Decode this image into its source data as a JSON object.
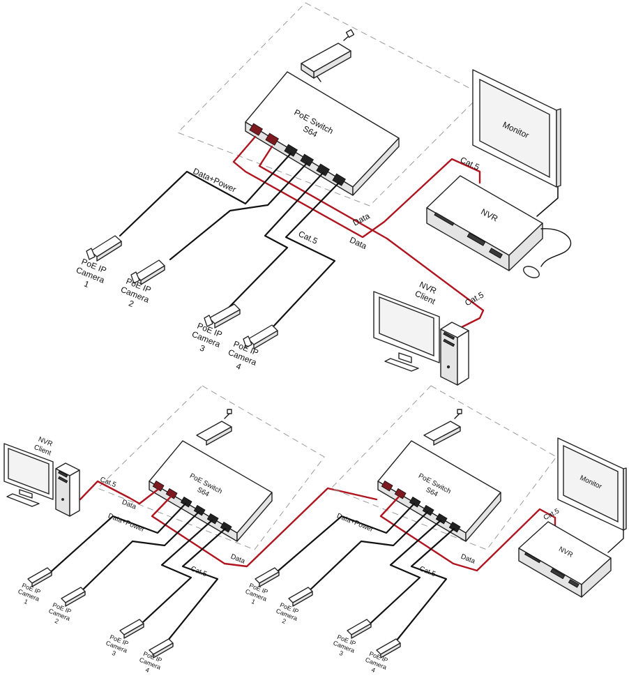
{
  "top": {
    "switch_label_1": "PoE Switch",
    "switch_label_2": "S64",
    "monitor_label": "Monitor",
    "nvr_label": "NVR",
    "client_label_1": "NVR",
    "client_label_2": "Client",
    "link_data_power": "Data+Power",
    "link_data_1": "Data",
    "link_data_2": "Data",
    "link_cat5_switch": "Cat.5",
    "link_cat5_nvr": "Cat.5",
    "link_cat5_client": "Cat.5",
    "cameras": [
      {
        "line1": "PoE IP",
        "line2": "Camera",
        "line3": "1"
      },
      {
        "line1": "PoE IP",
        "line2": "Camera",
        "line3": "2"
      },
      {
        "line1": "PoE IP",
        "line2": "Camera",
        "line3": "3"
      },
      {
        "line1": "PoE IP",
        "line2": "Camera",
        "line3": "4"
      }
    ]
  },
  "bottom_left": {
    "switch_label_1": "PoE Switch",
    "switch_label_2": "S64",
    "client_label_1": "NVR",
    "client_label_2": "Client",
    "link_cat5_client": "Cat.5",
    "link_data_1": "Data",
    "link_data_2": "Data",
    "link_data_power": "Data+Power",
    "link_cat5_switch": "Cat.5",
    "cameras": [
      {
        "line1": "PoE IP",
        "line2": "Camera",
        "line3": "1"
      },
      {
        "line1": "PoE IP",
        "line2": "Camera",
        "line3": "2"
      },
      {
        "line1": "PoE IP",
        "line2": "Camera",
        "line3": "3"
      },
      {
        "line1": "PoE IP",
        "line2": "Camera",
        "line3": "4"
      }
    ]
  },
  "bottom_right": {
    "switch_label_1": "PoE Switch",
    "switch_label_2": "S64",
    "monitor_label": "Monitor",
    "nvr_label": "NVR",
    "link_cat5_nvr": "Cat.5",
    "link_data": "Data",
    "link_data_power": "Data+Power",
    "link_cat5_switch": "Cat.5",
    "cameras": [
      {
        "line1": "PoE IP",
        "line2": "Camera",
        "line3": "1"
      },
      {
        "line1": "PoE IP",
        "line2": "Camera",
        "line3": "2"
      },
      {
        "line1": "PoE IP",
        "line2": "Camera",
        "line3": "3"
      },
      {
        "line1": "PoE IP",
        "line2": "Camera",
        "line3": "4"
      }
    ]
  },
  "colors": {
    "data_cable": "#b0141e",
    "poe_cable": "#111111",
    "dashed_area": "#9a9a9a"
  }
}
